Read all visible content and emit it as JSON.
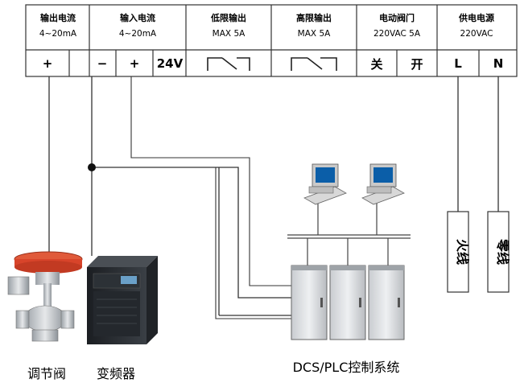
{
  "terminal_block": {
    "groups": [
      {
        "title": "输出电流",
        "spec": "4~20mA"
      },
      {
        "title": "输入电流",
        "spec": "4~20mA"
      },
      {
        "title": "低限输出",
        "spec": "MAX 5A"
      },
      {
        "title": "高限输出",
        "spec": "MAX 5A"
      },
      {
        "title": "电动阀门",
        "spec": "220VAC 5A"
      },
      {
        "title": "供电电源",
        "spec": "220VAC"
      }
    ],
    "terminals": [
      "+",
      "−",
      "+",
      "24V",
      "关",
      "开",
      "L",
      "N"
    ]
  },
  "devices": {
    "valve_label": "调节阀",
    "inverter_label": "变频器",
    "system_label": "DCS/PLC控制系统"
  },
  "power_lines": {
    "live": "火线",
    "neutral": "零线"
  }
}
